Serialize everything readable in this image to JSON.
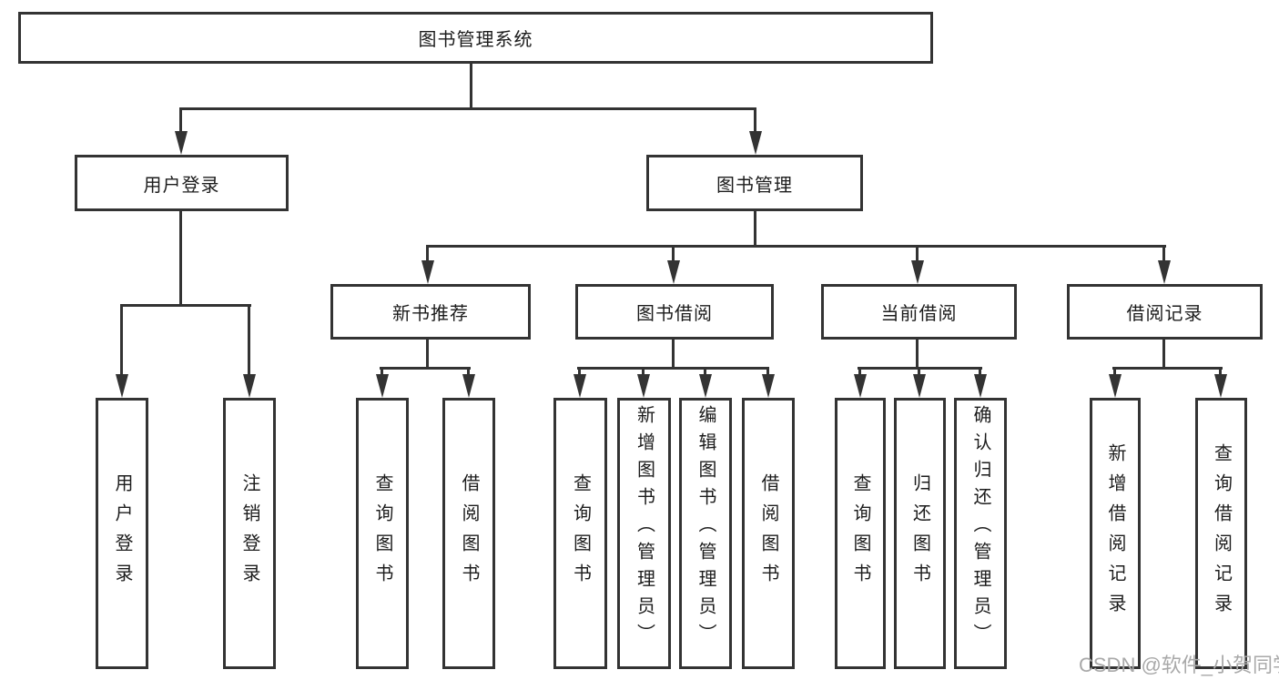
{
  "colors": {
    "line": "#333333",
    "text": "#1c1c1c",
    "box-bg": "#ffffff",
    "background": "#ffffff",
    "watermark": "#a9a9a9"
  },
  "nodes": {
    "root": "图书管理系统",
    "user_login": "用户登录",
    "book_management": "图书管理",
    "new_book_recommend": "新书推荐",
    "book_borrowing": "图书借阅",
    "current_borrowing": "当前借阅",
    "borrowing_records": "借阅记录",
    "leaf_user_login": "用户登录",
    "leaf_logout": "注销登录",
    "leaf_query_books_1": "查询图书",
    "leaf_borrow_books_1": "借阅图书",
    "leaf_query_books_2": "查询图书",
    "leaf_add_books": "新增图书（管理员）",
    "leaf_edit_books": "编辑图书（管理员）",
    "leaf_borrow_books_2": "借阅图书",
    "leaf_query_books_3": "查询图书",
    "leaf_return_books": "归还图书",
    "leaf_confirm_return": "确认归还（管理员）",
    "leaf_add_borrow_record": "新增借阅记录",
    "leaf_query_borrow_record": "查询借阅记录"
  },
  "watermark": "CSDN @软件_小贺同学"
}
